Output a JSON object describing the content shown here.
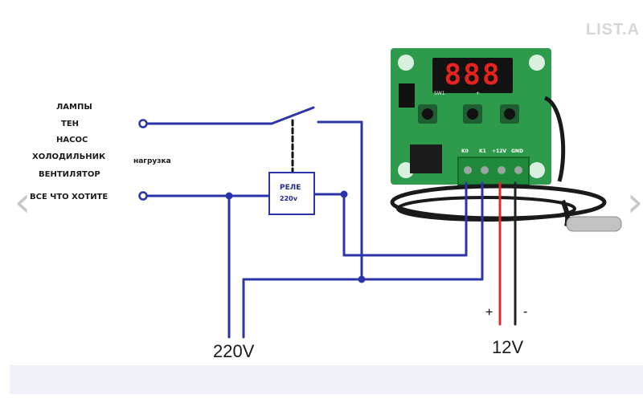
{
  "loads": [
    {
      "label": "ЛАМПЫ"
    },
    {
      "label": "ТЕН"
    },
    {
      "label": "НАСОС"
    },
    {
      "label": "ХОЛОДИЛЬНИК"
    },
    {
      "label": "ВЕНТИЛЯТОР"
    },
    {
      "label": "ВСЕ ЧТО ХОТИТЕ"
    }
  ],
  "load_caption": "нагрузка",
  "relay": {
    "title": "РЕЛЕ",
    "voltage": "220v"
  },
  "power_labels": {
    "ac": "220V",
    "dc": "12V",
    "plus": "+",
    "minus": "-"
  },
  "thermostat": {
    "display": "888",
    "board_labels": [
      "SW1",
      "+"
    ],
    "pins": [
      "K0",
      "K1",
      "+12V",
      "GND"
    ]
  },
  "watermark": "LIST.A",
  "nav": {
    "prev": "‹",
    "next": "›"
  },
  "colors": {
    "wire": "#2b34a8",
    "plus_wire": "#e2282c",
    "minus_wire": "#222222",
    "board": "#2e9a4c"
  }
}
